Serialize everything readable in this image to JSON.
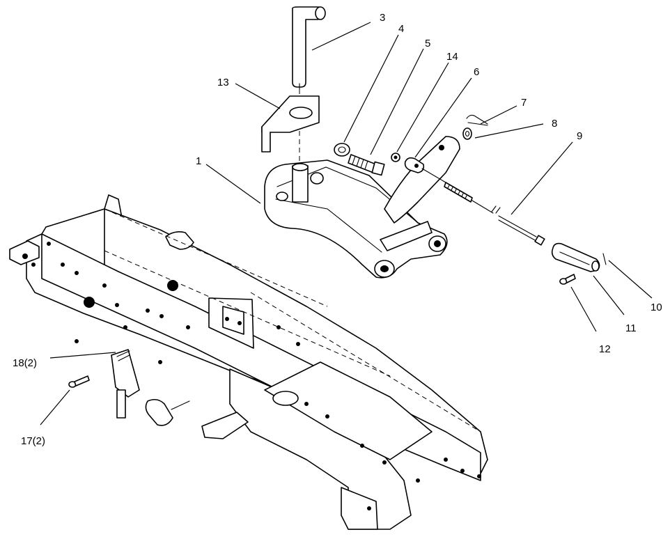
{
  "callouts": {
    "c1": "1",
    "c3": "3",
    "c4": "4",
    "c5": "5",
    "c6": "6",
    "c7": "7",
    "c8": "8",
    "c9": "9",
    "c10": "10",
    "c11": "11",
    "c12": "12",
    "c13": "13",
    "c14": "14",
    "c17": "17(2)",
    "c18": "18(2)"
  }
}
